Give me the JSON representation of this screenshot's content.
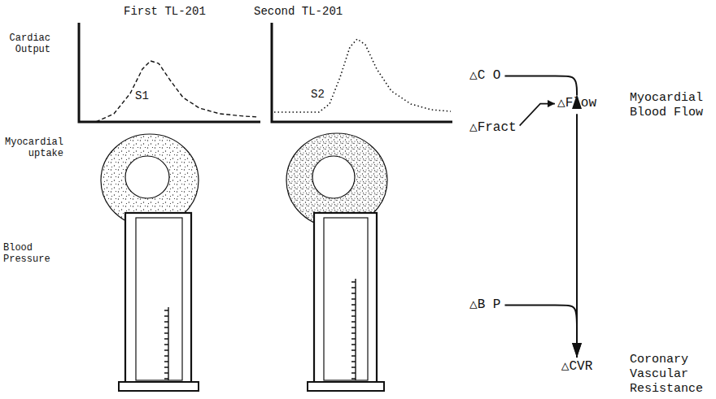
{
  "diagram": {
    "nodes": [
      {
        "text": [
          "△C O"
        ]
      },
      {
        "text": [
          "△Fract"
        ]
      },
      {
        "text": [
          "△Flow"
        ]
      },
      {
        "text": [
          "△B P"
        ]
      },
      {
        "text": [
          "△CVR"
        ]
      }
    ],
    "edges": [
      {
        "from": 0,
        "to": 2,
        "arrow": "to"
      },
      {
        "from": 1,
        "to": 2,
        "arrow": "to"
      },
      {
        "from": 2,
        "to": 4,
        "arrow": "to"
      },
      {
        "from": 3,
        "to": 4,
        "arrow": "to"
      }
    ],
    "labels": [
      "First TL-201",
      "Second TL-201",
      "Cardiac Output",
      "Myocardial uptake",
      "Blood Pressure",
      "S1",
      "S2",
      "Myocardial Blood Flow",
      "Coronary Vascular Resistance"
    ]
  }
}
